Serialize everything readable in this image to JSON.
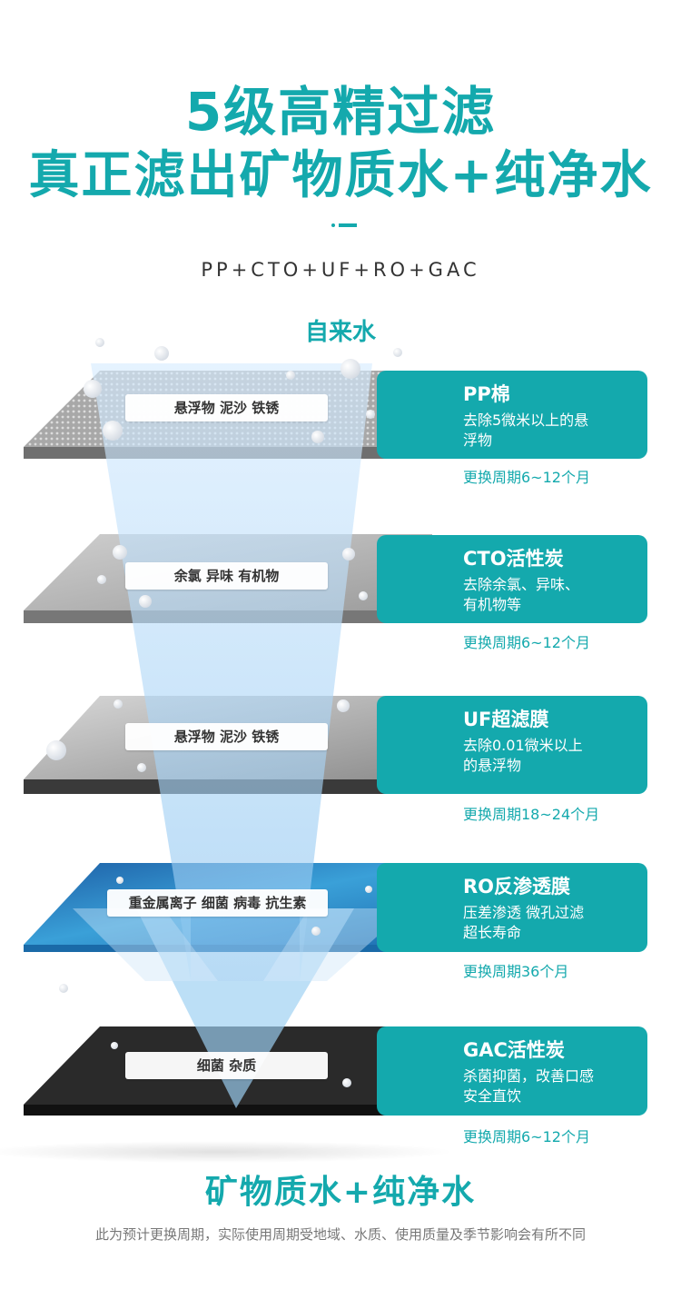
{
  "header": {
    "title_line1": "5级高精过滤",
    "title_line2": "真正滤出矿物质水+纯净水",
    "formula": "PP+CTO+UF+RO+GAC"
  },
  "source_label": "自来水",
  "layers": [
    {
      "tag": "悬浮物 泥沙 铁锈",
      "name": "PP棉",
      "desc1": "去除5微米以上的悬",
      "desc2": "浮物",
      "period": "更换周期6~12个月"
    },
    {
      "tag": "余氯 异味 有机物",
      "name": "CTO活性炭",
      "desc1": "去除余氯、异味、",
      "desc2": "有机物等",
      "period": "更换周期6~12个月"
    },
    {
      "tag": "悬浮物 泥沙 铁锈",
      "name": "UF超滤膜",
      "desc1": "去除0.01微米以上",
      "desc2": "的悬浮物",
      "period": "更换周期18~24个月"
    },
    {
      "tag": "重金属离子 细菌 病毒 抗生素",
      "name": "RO反渗透膜",
      "desc1": "压差渗透 微孔过滤",
      "desc2": "超长寿命",
      "period": "更换周期36个月"
    },
    {
      "tag": "细菌 杂质",
      "name": "GAC活性炭",
      "desc1": "杀菌抑菌，改善口感",
      "desc2": "安全直饮",
      "period": "更换周期6~12个月"
    }
  ],
  "footer": {
    "title": "矿物质水+纯净水",
    "note": "此为预计更换周期，实际使用周期受地域、水质、使用质量及季节影响会有所不同"
  },
  "colors": {
    "accent": "#14a9ad",
    "ro_layer": "#2d8fc7",
    "gac_layer": "#2a2a2a"
  }
}
